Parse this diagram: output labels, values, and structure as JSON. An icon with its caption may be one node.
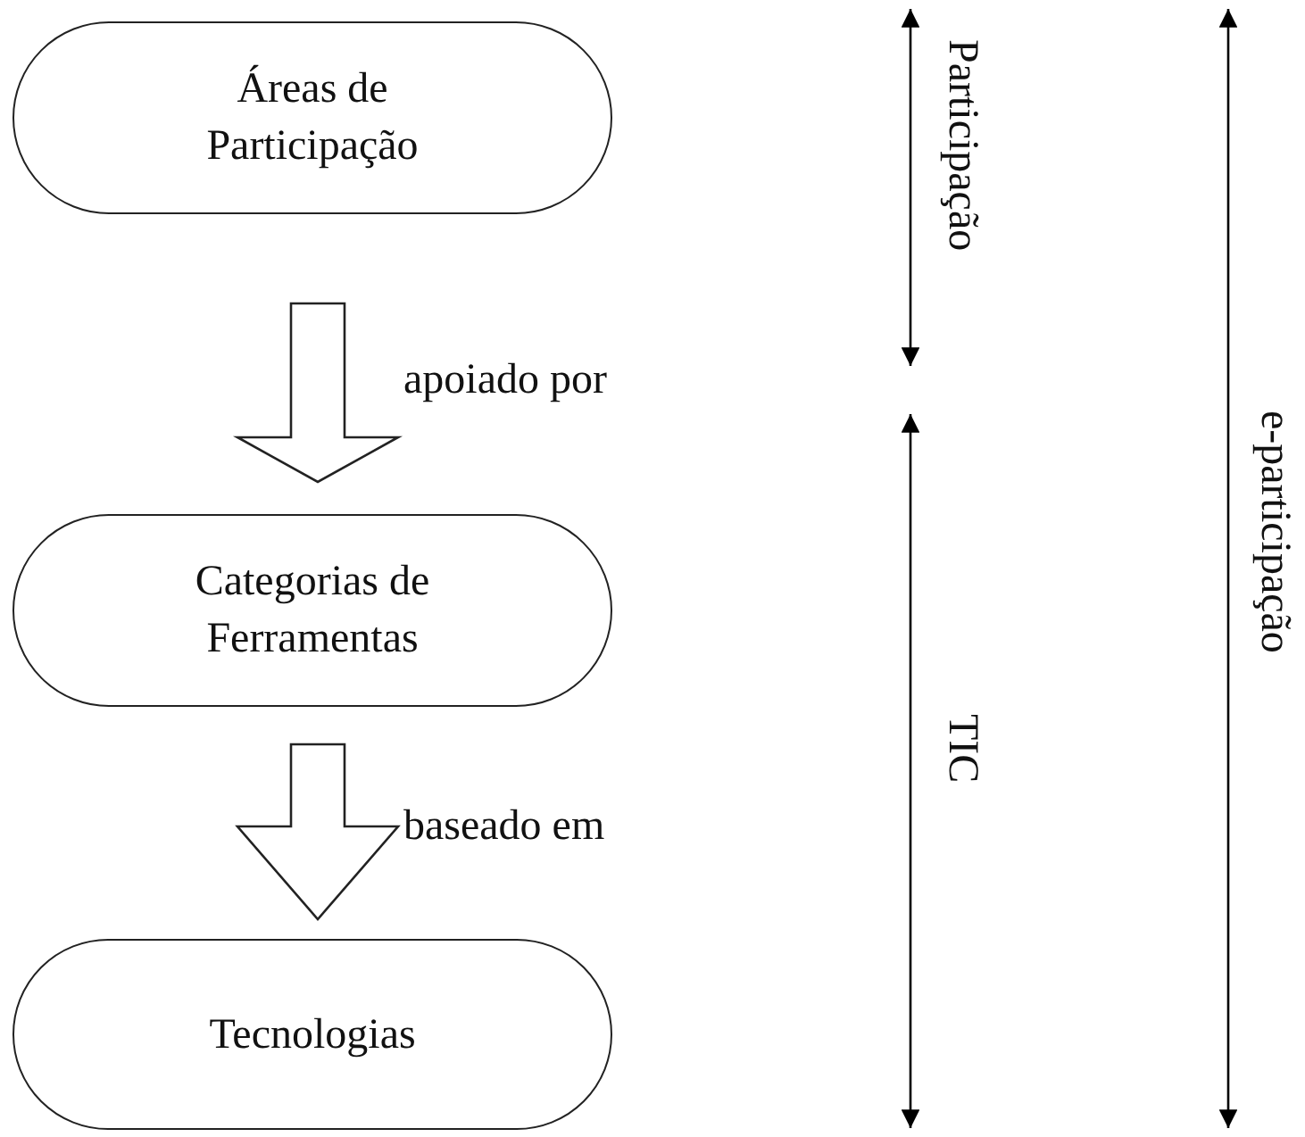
{
  "diagram": {
    "nodes": [
      {
        "text": [
          "Áreas de Participação"
        ]
      },
      {
        "text": [
          "Categorias de Ferramentas"
        ]
      },
      {
        "text": [
          "Tecnologias"
        ]
      }
    ],
    "edges": [
      {
        "from": 0,
        "to": 1,
        "arrow": "to",
        "label": "apoiado por"
      },
      {
        "from": 1,
        "to": 2,
        "arrow": "to",
        "label": "baseado em"
      }
    ],
    "labels": [
      "Participação",
      "TIC",
      "e-participação"
    ]
  }
}
